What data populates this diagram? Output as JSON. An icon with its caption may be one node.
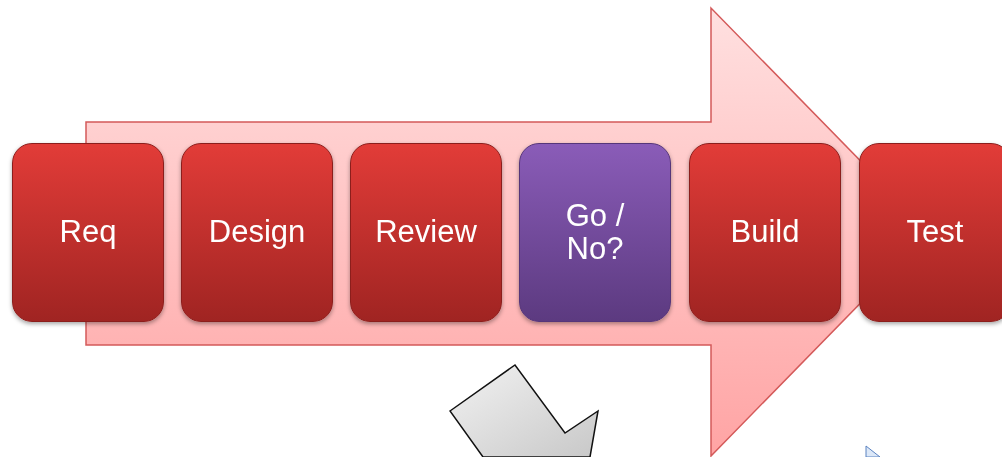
{
  "diagram": {
    "nodes": [
      {
        "text": [
          "Req"
        ]
      },
      {
        "text": [
          "Design"
        ]
      },
      {
        "text": [
          "Review"
        ]
      },
      {
        "text": [
          "Go / No?"
        ]
      },
      {
        "text": [
          "Build"
        ]
      },
      {
        "text": [
          "Test"
        ]
      }
    ],
    "edges": [
      {
        "from": 0,
        "to": 5,
        "arrow": "to"
      }
    ]
  }
}
